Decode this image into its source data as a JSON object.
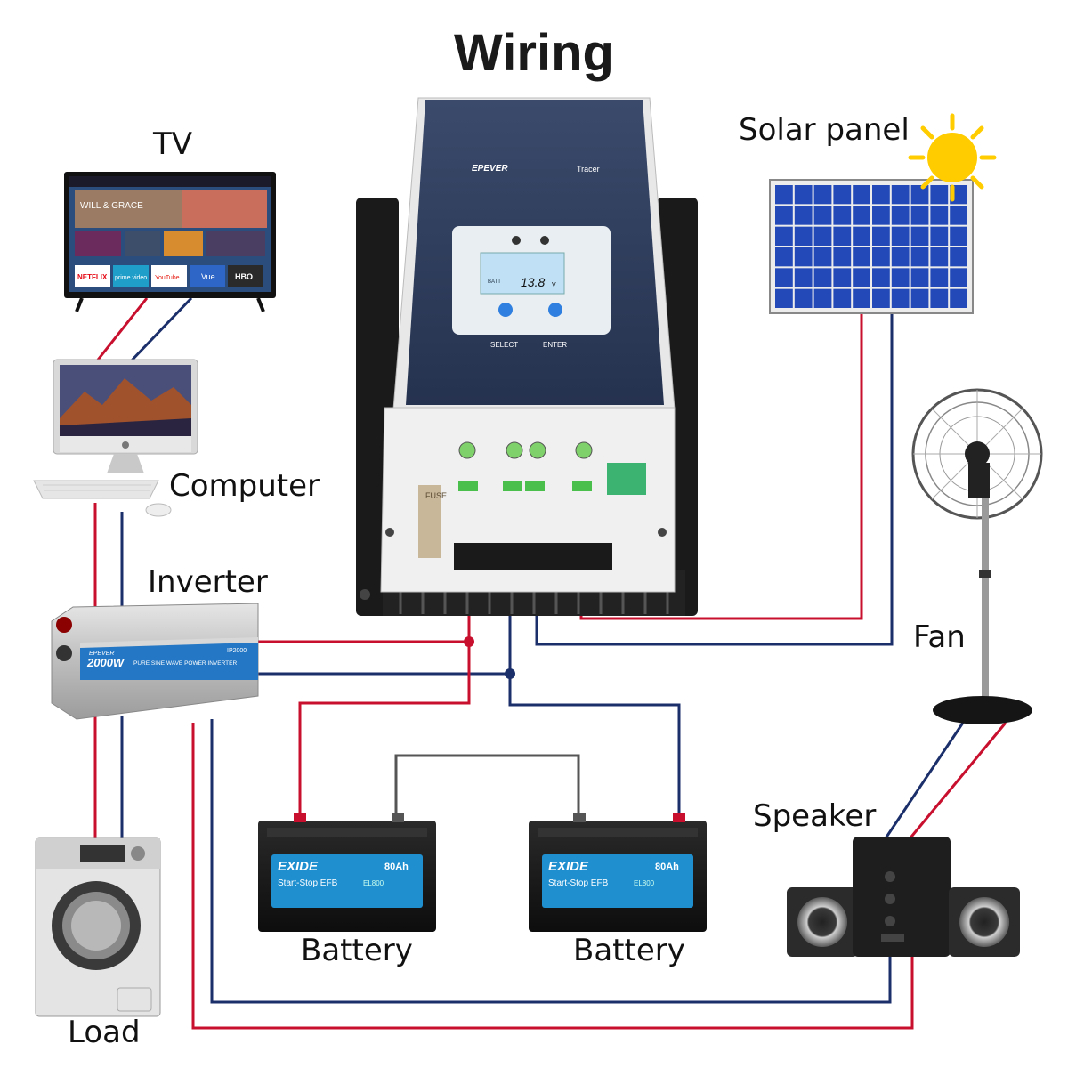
{
  "title": "Wiring",
  "labels": {
    "tv": "TV",
    "computer": "Computer",
    "inverter": "Inverter",
    "load": "Load",
    "battery_1": "Battery",
    "battery_2": "Battery",
    "solar_panel": "Solar panel",
    "fan": "Fan",
    "speaker": "Speaker"
  },
  "controller": {
    "brand": "EPEVER",
    "model": "Tracer",
    "display_value": "13.8",
    "display_unit": "V",
    "display_tag": "BATT",
    "button_left": "SELECT",
    "button_right": "ENTER",
    "fuse_text": "FUSE"
  },
  "inverter_device": {
    "power": "2000W",
    "description": "PURE SINE WAVE POWER INVERTER",
    "model": "IP2000",
    "brand": "EPEVER"
  },
  "battery_device": {
    "brand": "EXIDE",
    "product": "Start-Stop EFB",
    "capacity": "80Ah",
    "code": "EL800"
  },
  "tv_screen": {
    "show": "WILL & GRACE",
    "apps": [
      "NETFLIX",
      "prime video",
      "YouTube",
      "Vue",
      "HBO"
    ]
  },
  "colors": {
    "positive_wire": "#c8102e",
    "negative_wire": "#1b2f6b",
    "jumper_wire": "#555555",
    "controller_face": "#2e3d5e",
    "lcd": "#bfe0f5",
    "solar_cell": "#2349b8",
    "sun": "#ffcc00"
  }
}
